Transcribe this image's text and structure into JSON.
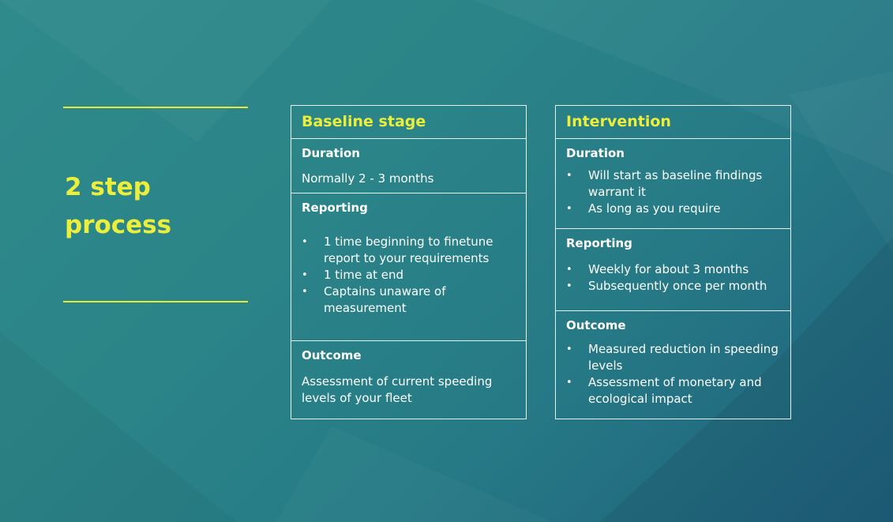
{
  "slide": {
    "title_lines": [
      "2 step",
      "process"
    ],
    "colors": {
      "accent": "#ecee3c",
      "text": "#ffffff",
      "border": "#e8f2f2",
      "bg_teal": "#2b8588",
      "bg_dark": "#1f5f7c"
    }
  },
  "baseline": {
    "heading": "Baseline stage",
    "duration": {
      "label": "Duration",
      "text": "Normally 2 - 3 months"
    },
    "reporting": {
      "label": "Reporting",
      "items": [
        "1 time beginning to finetune report to your requirements",
        "1 time at end",
        "Captains unaware of measurement"
      ]
    },
    "outcome": {
      "label": "Outcome",
      "text": "Assessment of current speeding levels of your fleet"
    }
  },
  "intervention": {
    "heading": "Intervention",
    "duration": {
      "label": "Duration",
      "items": [
        "Will start as baseline findings warrant it",
        "As long as you require"
      ]
    },
    "reporting": {
      "label": "Reporting",
      "items": [
        "Weekly for about 3 months",
        "Subsequently once per month"
      ]
    },
    "outcome": {
      "label": "Outcome",
      "items": [
        "Measured reduction in speeding levels",
        "Assessment of monetary and ecological impact"
      ]
    }
  }
}
